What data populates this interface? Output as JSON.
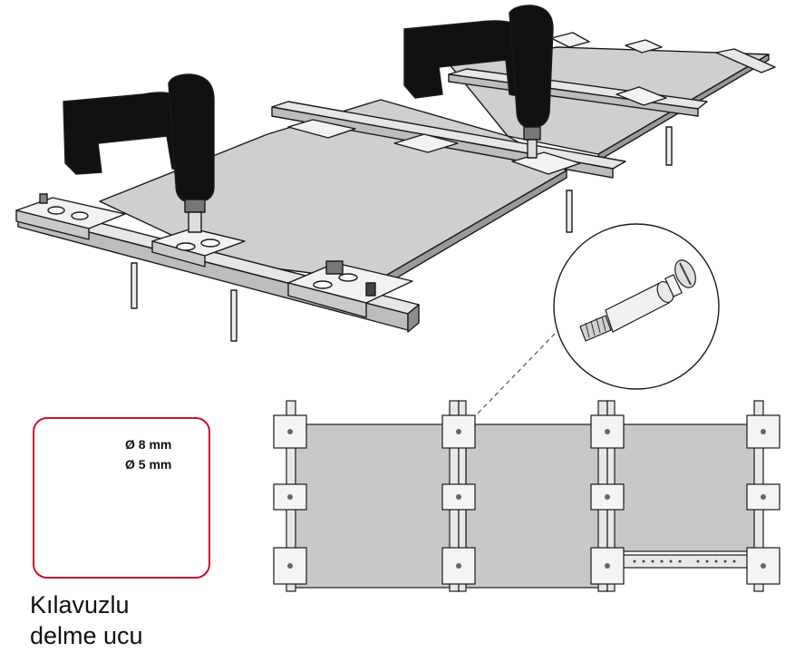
{
  "detail": {
    "dimensions": [
      "Ø 8 mm",
      "Ø 5 mm"
    ],
    "caption_line1": "Kılavuzlu",
    "caption_line2": "delme ucu",
    "frame_color": "#c8102e"
  },
  "colors": {
    "panel_fill": "#cfcfcf",
    "outline": "#1a1a1a",
    "drill_body": "#111111",
    "metal": "#e6e6e6"
  },
  "icons": [
    "drill-icon",
    "drill-icon",
    "connector-bolt-icon",
    "guided-drill-bit-icon"
  ]
}
